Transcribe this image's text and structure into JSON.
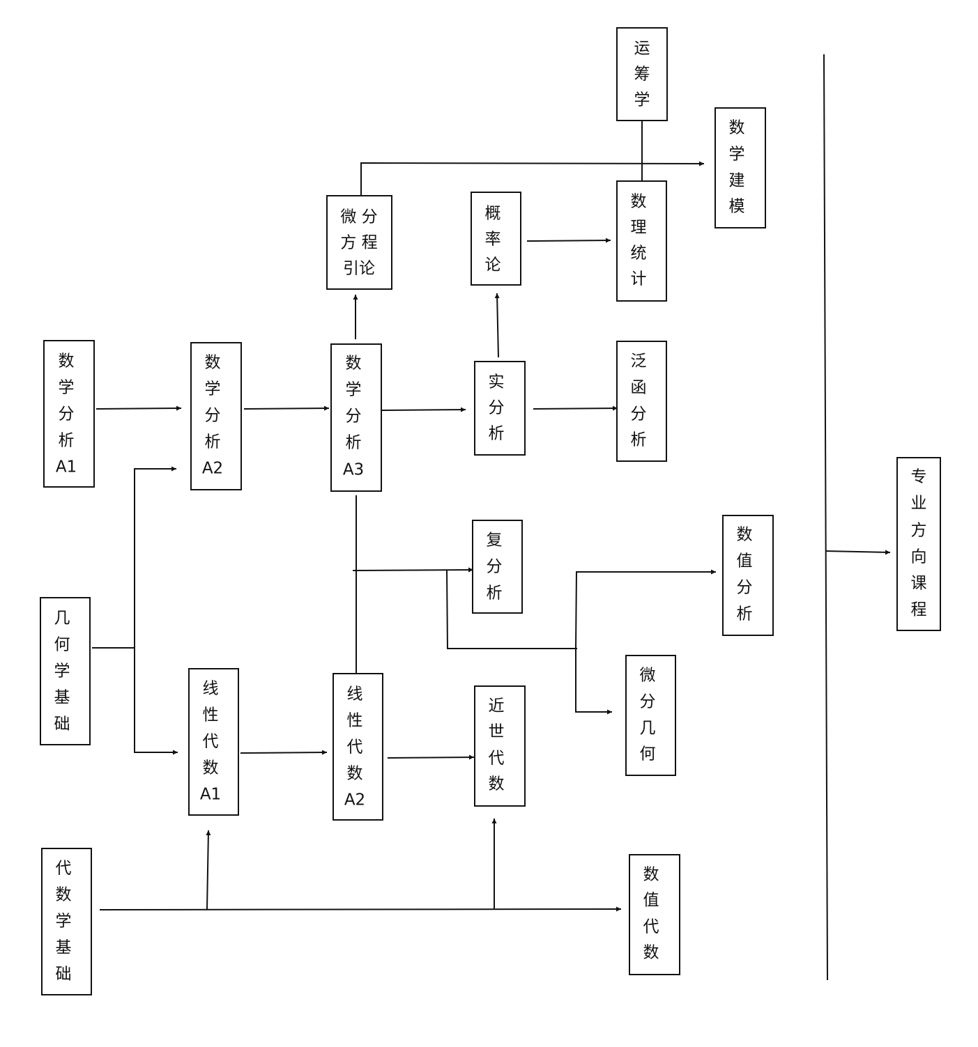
{
  "nodes": [
    {
      "id": "yunchouxue",
      "lines": [
        "运",
        "筹",
        "学"
      ]
    },
    {
      "id": "shuxuejianmo",
      "lines": [
        "数",
        "学",
        "建",
        "模"
      ]
    },
    {
      "id": "weifenfangcheng",
      "lines": [
        "微 分",
        "方 程",
        "引论"
      ]
    },
    {
      "id": "gailvlun",
      "lines": [
        "概",
        "率",
        "论"
      ]
    },
    {
      "id": "shulitongji",
      "lines": [
        "数",
        "理",
        "统",
        "计"
      ]
    },
    {
      "id": "shuxuefenxi-a1",
      "lines": [
        "数",
        "学",
        "分",
        "析",
        "A1"
      ]
    },
    {
      "id": "shuxuefenxi-a2",
      "lines": [
        "数",
        "学",
        "分",
        "析",
        "A2"
      ]
    },
    {
      "id": "shuxuefenxi-a3",
      "lines": [
        "数",
        "学",
        "分",
        "析",
        "A3"
      ]
    },
    {
      "id": "shifenxi",
      "lines": [
        "实",
        "分",
        "析"
      ]
    },
    {
      "id": "fanhanfenxi",
      "lines": [
        "泛",
        "函",
        "分",
        "析"
      ]
    },
    {
      "id": "fufenxi",
      "lines": [
        "复",
        "分",
        "析"
      ]
    },
    {
      "id": "shuzhifenxi",
      "lines": [
        "数",
        "值",
        "分",
        "析"
      ]
    },
    {
      "id": "zhuanyefangxiang",
      "lines": [
        "专",
        "业",
        "方",
        "向",
        "课",
        "程"
      ]
    },
    {
      "id": "jihexuejichu",
      "lines": [
        "几",
        "何",
        "学",
        "基",
        "础"
      ]
    },
    {
      "id": "weifenjihe",
      "lines": [
        "微",
        "分",
        "几",
        "何"
      ]
    },
    {
      "id": "xianxingdaishu-a1",
      "lines": [
        "线",
        "性",
        "代",
        "数",
        "A1"
      ]
    },
    {
      "id": "xianxingdaishu-a2",
      "lines": [
        "线",
        "性",
        "代",
        "数",
        "A2"
      ]
    },
    {
      "id": "jinshidaishu",
      "lines": [
        "近",
        "世",
        "代",
        "数"
      ]
    },
    {
      "id": "daishuxuejichu",
      "lines": [
        "代",
        "数",
        "学",
        "基",
        "础"
      ]
    },
    {
      "id": "shuzhidaishu",
      "lines": [
        "数",
        "值",
        "代",
        "数"
      ]
    }
  ]
}
